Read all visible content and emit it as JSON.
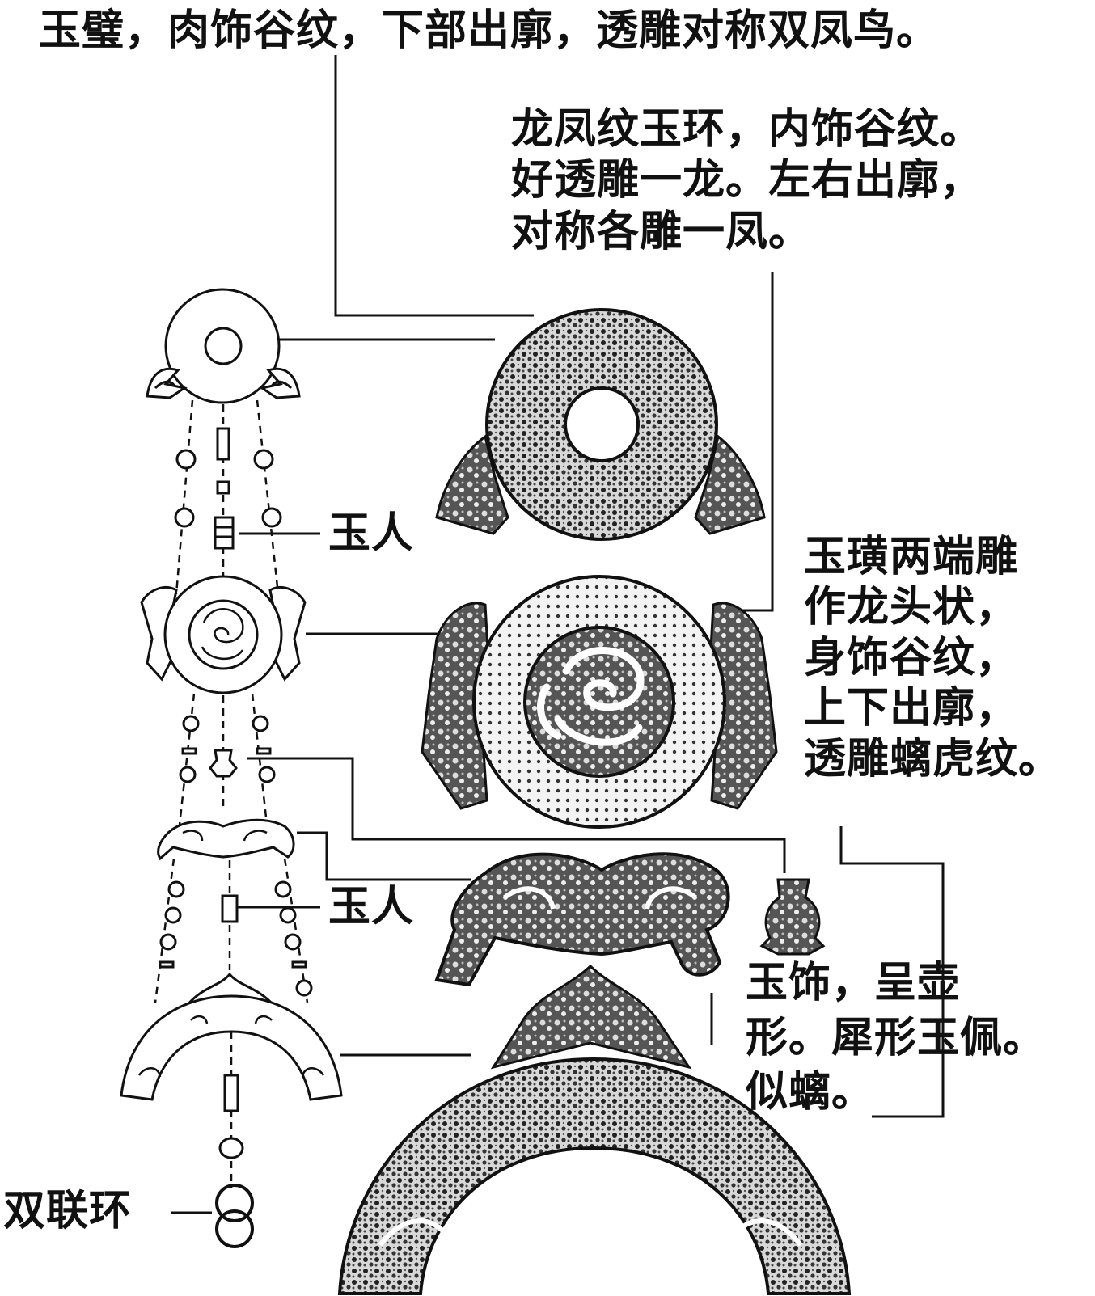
{
  "labels": {
    "top_bi": "玉璧，肉饰谷纹，下部出廓，透雕对称双凤鸟。",
    "ring_lines": [
      "龙凤纹玉环，内饰谷纹。",
      "好透雕一龙。左右出廓，",
      "对称各雕一凤。"
    ],
    "jade_man_1": "玉人",
    "jade_man_2": "玉人",
    "huang_lines": [
      "玉璜两端雕",
      "作龙头状，",
      "身饰谷纹，",
      "上下出廓，",
      "透雕螭虎纹。"
    ],
    "ornament_lines": [
      "玉饰，呈壶",
      "形。犀形玉佩。",
      "似螭。"
    ],
    "double_ring": "双联环"
  },
  "colors": {
    "ink": "#111111",
    "paper": "#ffffff",
    "jade_fill": "#e9e9e9",
    "jade_dark": "#9a9a9a"
  }
}
